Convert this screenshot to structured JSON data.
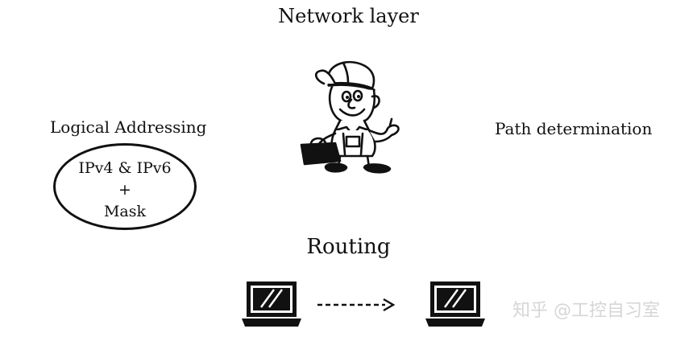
{
  "title": "Network layer",
  "left_label": "Logical Addressing",
  "oval": {
    "line1": "IPv4 & IPv6",
    "line2": "+",
    "line3": "Mask"
  },
  "right_label": "Path determination",
  "bottom_label": "Routing",
  "watermark": "知乎 @工控自习室",
  "icons": [
    "worker-cartoon-icon",
    "laptop-icon",
    "dashed-arrow-icon",
    "laptop-icon"
  ]
}
